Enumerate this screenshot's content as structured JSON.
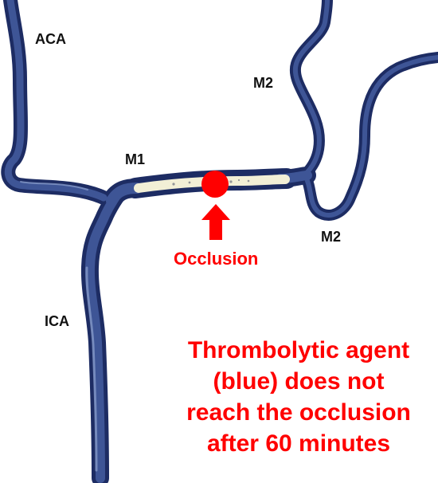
{
  "labels": {
    "aca": "ACA",
    "m2_upper": "M2",
    "m1": "M1",
    "m2_lower": "M2",
    "ica": "ICA",
    "occlusion": "Occlusion"
  },
  "caption": {
    "lines": [
      "Thrombolytic agent",
      "(blue) does not",
      "reach the occlusion",
      "after 60 minutes"
    ]
  },
  "colors": {
    "vessel_outline": "#1d2c63",
    "vessel_fill": "#3e5596",
    "vessel_highlight": "#8fa3cf",
    "unperfused_segment": "#f2efd6",
    "occlusion": "#ff0000",
    "label_text": "#111111"
  },
  "icons": {
    "occlusion_marker": "red-circle",
    "occlusion_pointer": "red-up-arrow"
  }
}
